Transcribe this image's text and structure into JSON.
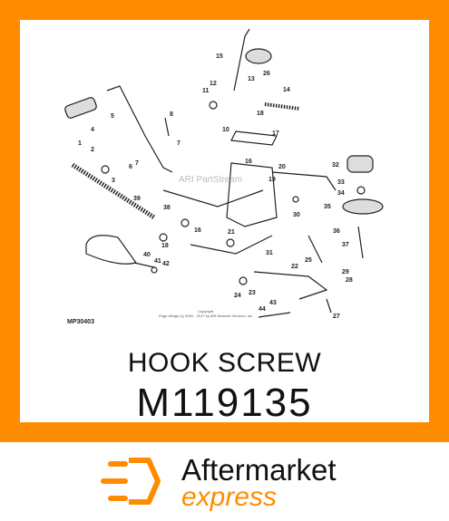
{
  "diagram": {
    "code": "MP30403",
    "watermark": "ARI PartStream",
    "copyright_line1": "Copyright",
    "copyright_line2": "Page design (c) 2004 - 2017 by ARI Network Services, Inc.",
    "callouts": [
      "1",
      "2",
      "3",
      "4",
      "5",
      "6",
      "7",
      "7",
      "8",
      "10",
      "11",
      "12",
      "13",
      "14",
      "15",
      "16",
      "16",
      "17",
      "18",
      "18",
      "19",
      "20",
      "21",
      "22",
      "23",
      "24",
      "25",
      "26",
      "27",
      "28",
      "29",
      "30",
      "31",
      "32",
      "33",
      "34",
      "35",
      "36",
      "37",
      "38",
      "39",
      "40",
      "41",
      "42",
      "43",
      "44"
    ]
  },
  "product": {
    "title": "HOOK SCREW",
    "part_number": "M119135"
  },
  "brand": {
    "name": "Aftermarket",
    "tagline": "express",
    "accent_color": "#ff8c00",
    "logo_icon": "hexagon-speed-logo-icon"
  },
  "colors": {
    "frame": "#ff8c00",
    "background": "#ffffff"
  }
}
